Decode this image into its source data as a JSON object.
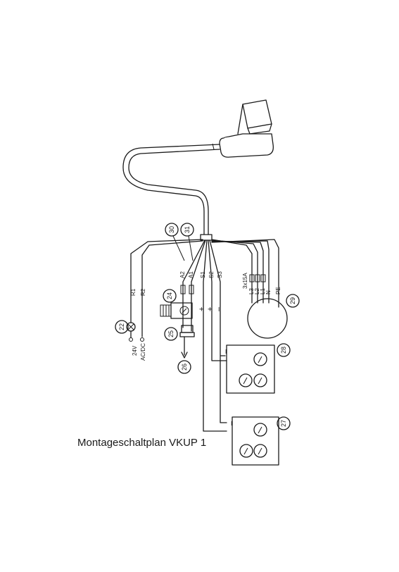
{
  "title": "Montageschaltplan VKUP 1",
  "wires_left": [
    "R1",
    "R2"
  ],
  "wires_center": [
    "A2",
    "A1",
    "S1",
    "S2",
    "S3"
  ],
  "wires_right": [
    "L3",
    "L2",
    "L1",
    "N",
    "PE"
  ],
  "fuse_rating": "3x15A",
  "supply_voltage": "24V",
  "supply_type": "AC/DC",
  "polarity": {
    "plus": "+",
    "minus": "–"
  },
  "callouts": {
    "c22": "22",
    "c24": "24",
    "c25": "25",
    "c26": "26",
    "c27": "27",
    "c28": "28",
    "c29": "29",
    "c30": "30",
    "c31": "31"
  }
}
